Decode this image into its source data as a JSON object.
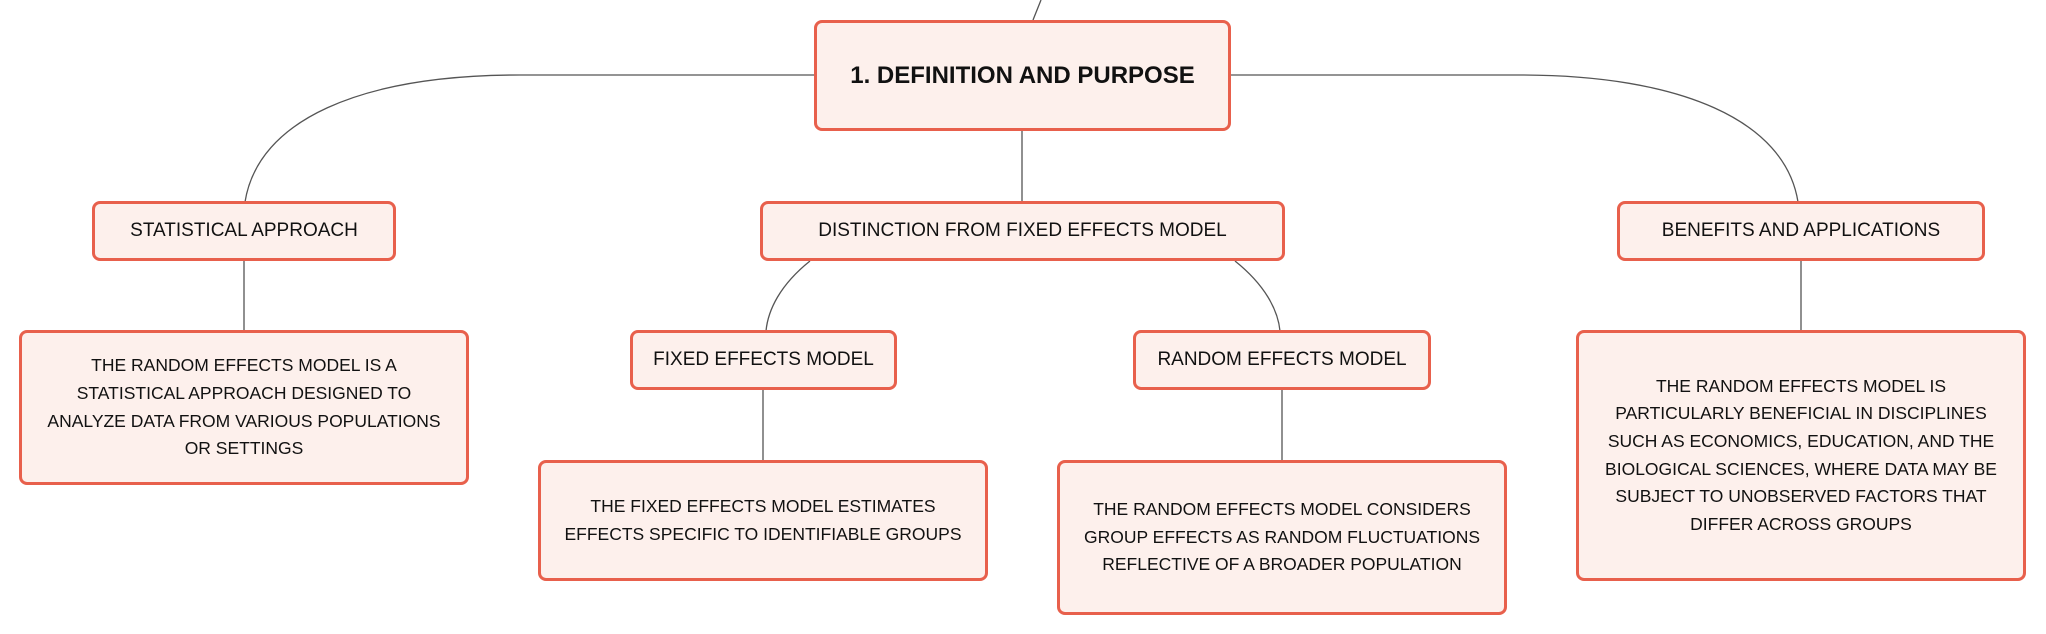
{
  "diagram": {
    "root": {
      "label": "1. DEFINITION AND PURPOSE"
    },
    "branches": [
      {
        "label": "STATISTICAL APPROACH",
        "detail": "THE RANDOM EFFECTS MODEL IS A STATISTICAL APPROACH DESIGNED TO ANALYZE DATA FROM VARIOUS POPULATIONS OR SETTINGS"
      },
      {
        "label": "DISTINCTION FROM FIXED EFFECTS MODEL",
        "children": [
          {
            "label": "FIXED EFFECTS MODEL",
            "detail": "THE FIXED EFFECTS MODEL ESTIMATES EFFECTS SPECIFIC TO IDENTIFIABLE GROUPS"
          },
          {
            "label": "RANDOM EFFECTS MODEL",
            "detail": "THE RANDOM EFFECTS MODEL CONSIDERS GROUP EFFECTS AS RANDOM FLUCTUATIONS REFLECTIVE OF A BROADER POPULATION"
          }
        ]
      },
      {
        "label": "BENEFITS AND APPLICATIONS",
        "detail": "THE RANDOM EFFECTS MODEL IS PARTICULARLY BENEFICIAL IN DISCIPLINES SUCH AS ECONOMICS, EDUCATION, AND THE BIOLOGICAL SCIENCES, WHERE DATA MAY BE SUBJECT TO UNOBSERVED FACTORS THAT DIFFER ACROSS GROUPS"
      }
    ],
    "colors": {
      "node_border": "#e8604c",
      "node_fill": "#fdf0ec",
      "connector": "#555555",
      "text": "#111111"
    }
  }
}
